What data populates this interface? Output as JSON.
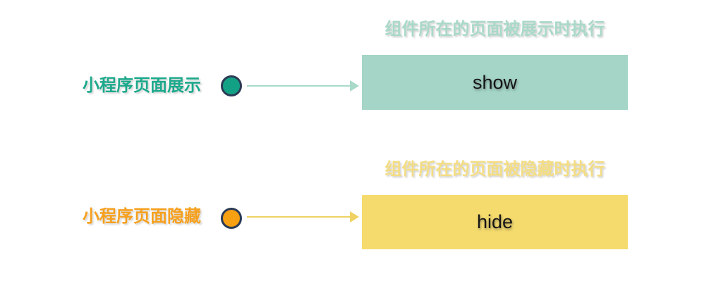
{
  "diagram": {
    "rows": [
      {
        "label": "小程序页面展示",
        "caption": "组件所在的页面被展示时执行",
        "box_label": "show",
        "colors": {
          "label": "#1CA98C",
          "caption": "#A9D9C8",
          "circle_fill": "#13A186",
          "circle_border": "#2B3A55",
          "arrow": "#A9D9C9",
          "box_fill": "#A4D5C7",
          "box_text": "#151515"
        }
      },
      {
        "label": "小程序页面隐藏",
        "caption": "组件所在的页面被隐藏时执行",
        "box_label": "hide",
        "colors": {
          "label": "#F6A01E",
          "caption": "#F3DD84",
          "circle_fill": "#F7A011",
          "circle_border": "#2B3A55",
          "arrow": "#EFD263",
          "box_fill": "#F5DB6D",
          "box_text": "#151515"
        }
      }
    ]
  }
}
